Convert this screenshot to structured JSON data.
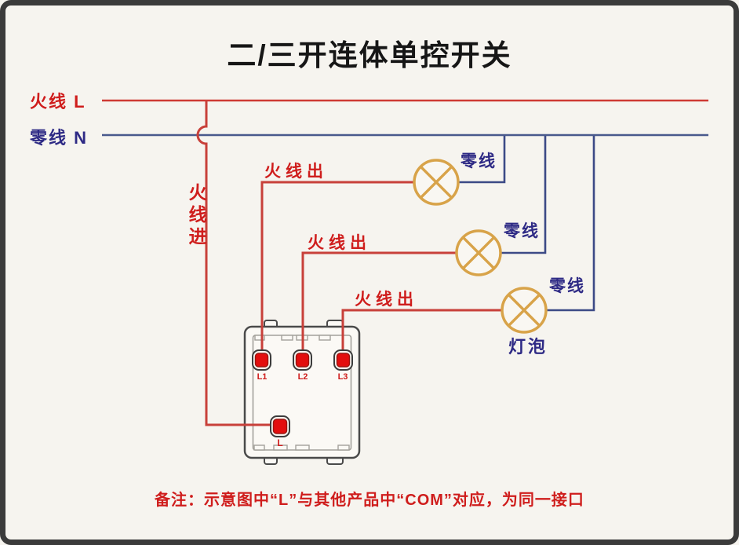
{
  "title": "二/三开连体单控开关",
  "legend": {
    "live_label": "火线 L",
    "neutral_label": "零线 N"
  },
  "wire_labels": {
    "live_in": "火线进",
    "live_out_1": "火线出",
    "live_out_2": "火线出",
    "live_out_3": "火线出",
    "neutral_1": "零线",
    "neutral_2": "零线",
    "neutral_3": "零线"
  },
  "lamp_label": "灯泡",
  "switch": {
    "terminal_1": "L1",
    "terminal_2": "L2",
    "terminal_3": "L3",
    "common": "L"
  },
  "note": "备注：示意图中“L”与其他产品中“COM”对应，为同一接口",
  "colors": {
    "background": "#f6f4ef",
    "frame": "#3b3b3b",
    "live_wire_red": "#c8403a",
    "label_red": "#cf1d1c",
    "neutral_wire_navy": "#44538c",
    "label_navy": "#2e2a85",
    "bulb_orange": "#d8a349",
    "terminal_red": "#e30e0e"
  }
}
